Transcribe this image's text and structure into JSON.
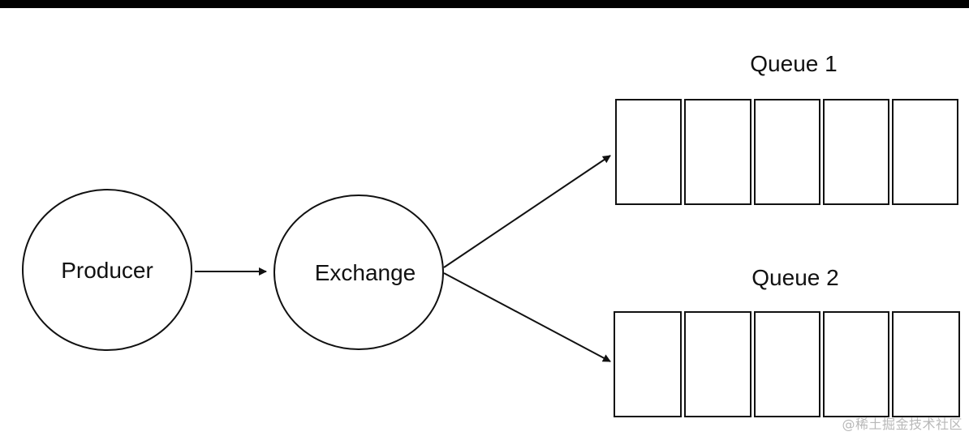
{
  "nodes": {
    "producer": "Producer",
    "exchange": "Exchange"
  },
  "queues": [
    {
      "label": "Queue 1",
      "slots": 5
    },
    {
      "label": "Queue 2",
      "slots": 5
    }
  ],
  "watermark": "@稀土掘金技术社区"
}
